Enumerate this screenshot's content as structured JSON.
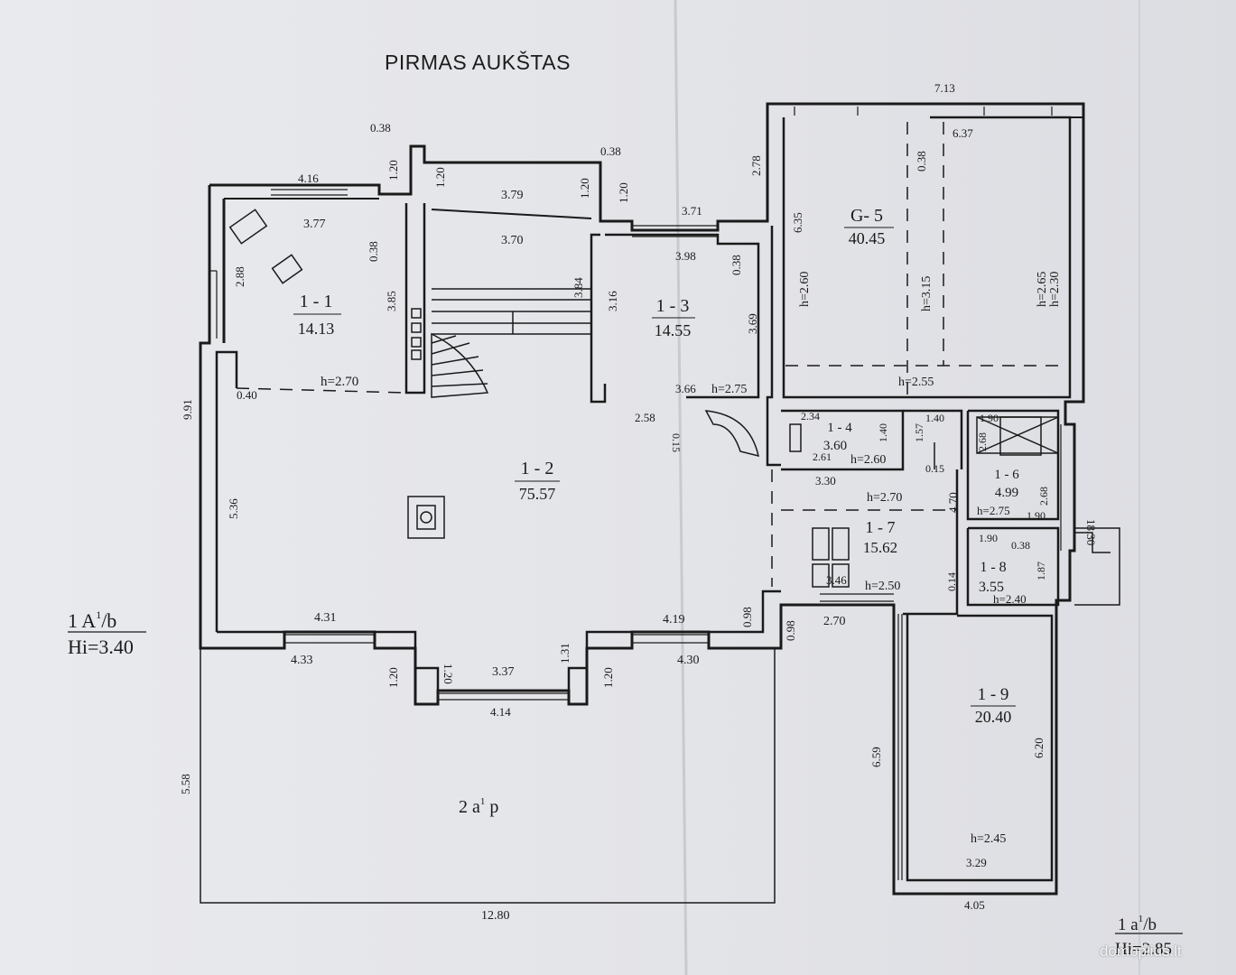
{
  "title": "PIRMAS AUKŠTAS",
  "watermark": "domoplius.lt",
  "rooms": [
    {
      "id": "1 - 1",
      "area": "14.13"
    },
    {
      "id": "1 - 2",
      "area": "75.57"
    },
    {
      "id": "1 - 3",
      "area": "14.55"
    },
    {
      "id": "1 - 4",
      "area": "3.60"
    },
    {
      "id": "G- 5",
      "area": "40.45"
    },
    {
      "id": "1 - 6",
      "area": "4.99"
    },
    {
      "id": "1 - 7",
      "area": "15.62"
    },
    {
      "id": "1 - 8",
      "area": "3.55"
    },
    {
      "id": "1 - 9",
      "area": "20.40"
    }
  ],
  "heights": [
    "h=2.70",
    "h=2.75",
    "h=2.60",
    "h=3.15",
    "h=2.65",
    "h=2.30",
    "h=2.55",
    "h=2.60",
    "h=2.70",
    "h=2.75",
    "h=2.50",
    "h=2.40",
    "h=2.45"
  ],
  "dimensions": [
    "0.38",
    "4.16",
    "1.20",
    "1.20",
    "3.79",
    "1.20",
    "0.38",
    "1.20",
    "3.77",
    "3.70",
    "3.71",
    "3.98",
    "7.13",
    "0.38",
    "6.37",
    "2.78",
    "6.35",
    "0.38",
    "2.88",
    "3.85",
    "3.84",
    "3.16",
    "3.69",
    "0.38",
    "0.40",
    "3.66",
    "2.58",
    "0.15",
    "9.91",
    "2.34",
    "1.40",
    "2.61",
    "1.40",
    "1.57",
    "1.90",
    "2.68",
    "3.30",
    "0.15",
    "2.68",
    "4.70",
    "1.90",
    "18.30",
    "5.36",
    "1.90",
    "0.38",
    "1.87",
    "0.14",
    "3.46",
    "4.31",
    "4.19",
    "0.98",
    "2.70",
    "0.98",
    "4.33",
    "1.20",
    "1.20",
    "3.37",
    "1.31",
    "1.20",
    "4.30",
    "4.14",
    "6.59",
    "6.20",
    "5.58",
    "3.29",
    "12.80",
    "4.05"
  ],
  "labels": {
    "block_a": "1 A",
    "block_a_sup": "1",
    "block_a_suffix": "/b",
    "block_a_height": "Hi=3.40",
    "yard": "2 a",
    "yard_sup": "1",
    "yard_suffix": " p",
    "block_b": "1 a",
    "block_b_sup": "1",
    "block_b_suffix": "/b",
    "block_b_height": "Hi=2.85"
  },
  "colors": {
    "ink": "#1a1a1a",
    "paper": "#e6e7eb"
  }
}
